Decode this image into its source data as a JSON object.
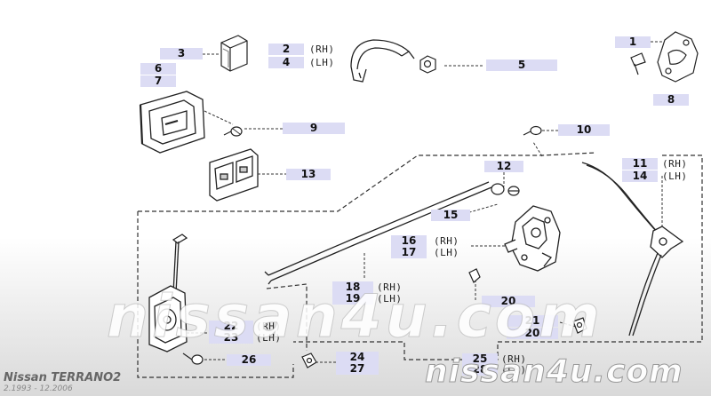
{
  "footer": {
    "model": "Nissan TERRANO2",
    "period": "2.1993 - 12.2006"
  },
  "watermark": {
    "center": "nissan4u.com",
    "corner": "nissan4u.com"
  },
  "side_labels": {
    "rh": "(RH)",
    "lh": "(LH)"
  },
  "callouts": [
    {
      "id": "1",
      "label": "1"
    },
    {
      "id": "2",
      "label": "2"
    },
    {
      "id": "3",
      "label": "3"
    },
    {
      "id": "4",
      "label": "4"
    },
    {
      "id": "5",
      "label": "5"
    },
    {
      "id": "6",
      "label": "6"
    },
    {
      "id": "7",
      "label": "7"
    },
    {
      "id": "8",
      "label": "8"
    },
    {
      "id": "9",
      "label": "9"
    },
    {
      "id": "10",
      "label": "10"
    },
    {
      "id": "11",
      "label": "11"
    },
    {
      "id": "12",
      "label": "12"
    },
    {
      "id": "13",
      "label": "13"
    },
    {
      "id": "14",
      "label": "14"
    },
    {
      "id": "15",
      "label": "15"
    },
    {
      "id": "16",
      "label": "16"
    },
    {
      "id": "17",
      "label": "17"
    },
    {
      "id": "18",
      "label": "18"
    },
    {
      "id": "19",
      "label": "19"
    },
    {
      "id": "20a",
      "label": "20"
    },
    {
      "id": "20b",
      "label": "20"
    },
    {
      "id": "21",
      "label": "21"
    },
    {
      "id": "22",
      "label": "22"
    },
    {
      "id": "23",
      "label": "23"
    },
    {
      "id": "24",
      "label": "24"
    },
    {
      "id": "25",
      "label": "25"
    },
    {
      "id": "26",
      "label": "26"
    },
    {
      "id": "27",
      "label": "27"
    },
    {
      "id": "28",
      "label": "28"
    }
  ],
  "colors": {
    "callout_bg": "#dcdcf4",
    "line": "#222222",
    "dashed": "#333333"
  }
}
